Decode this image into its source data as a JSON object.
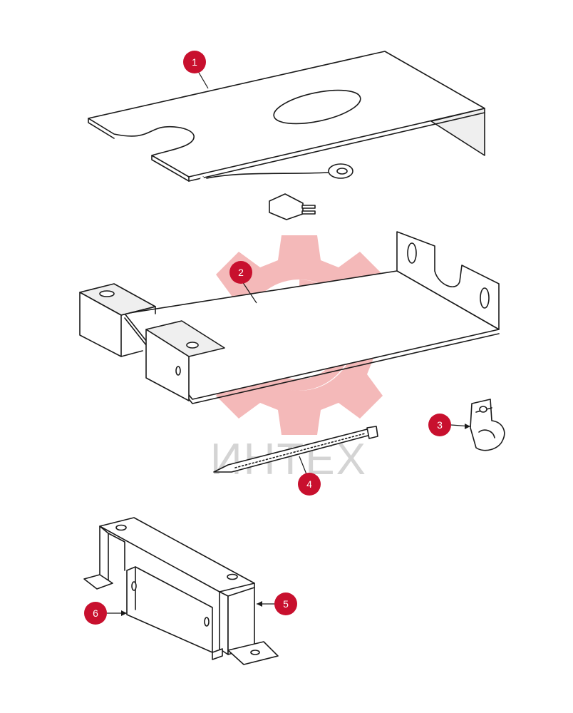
{
  "diagram": {
    "watermark_text": "ИНТЕХ",
    "callout_color": "#c8102e",
    "watermark_color": "#f4b9b9",
    "parts": [
      {
        "number": "1"
      },
      {
        "number": "2"
      },
      {
        "number": "3"
      },
      {
        "number": "4"
      },
      {
        "number": "5"
      },
      {
        "number": "6"
      }
    ]
  }
}
